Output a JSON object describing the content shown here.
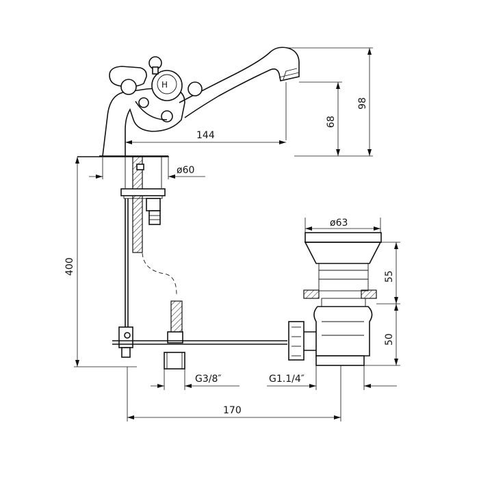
{
  "dimensions": {
    "spout_reach": "144",
    "tap_height_68": "68",
    "tap_height_98": "98",
    "hole_diameter": "ø60",
    "rod_length": "400",
    "waste_diameter": "ø63",
    "waste_upper": "55",
    "waste_lower": "50",
    "inlet_thread": "G3/8″",
    "waste_thread": "G1.1/4″",
    "overall_length": "170"
  }
}
